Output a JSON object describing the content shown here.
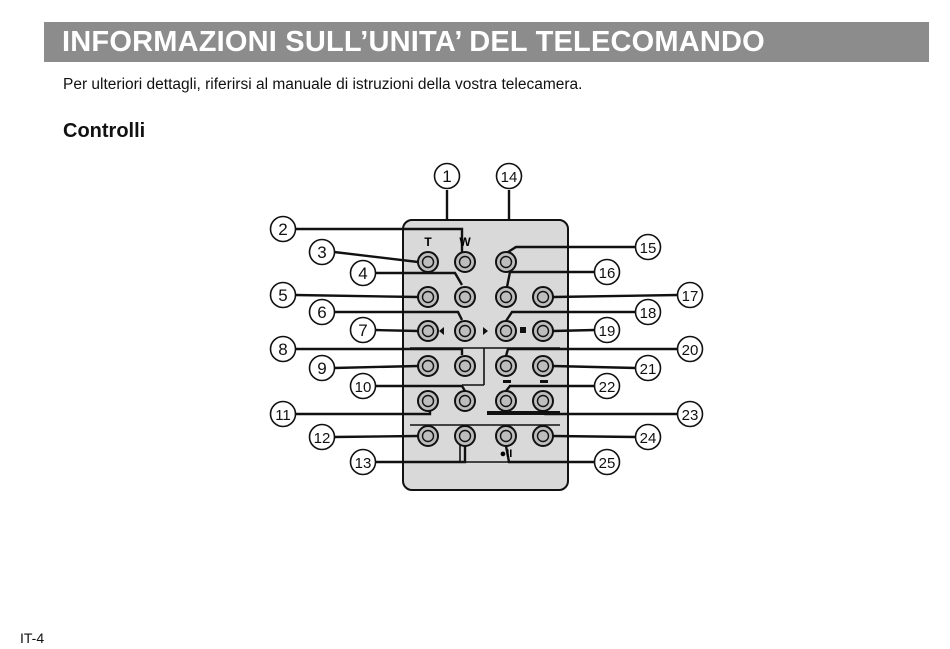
{
  "header": {
    "title": "INFORMAZIONI SULL’UNITA’ DEL TELECOMANDO"
  },
  "intro": "Per ulteriori dettagli, riferirsi al manuale di istruzioni della vostra telecamera.",
  "section_title": "Controlli",
  "figure": {
    "callouts": [
      "1",
      "2",
      "3",
      "4",
      "5",
      "6",
      "7",
      "8",
      "9",
      "10",
      "11",
      "12",
      "13",
      "14",
      "15",
      "16",
      "17",
      "18",
      "19",
      "20",
      "21",
      "22",
      "23",
      "24",
      "25"
    ],
    "key_labels": {
      "zoom_tele": "T",
      "zoom_wide": "W",
      "record_pause": "●II"
    }
  },
  "footer": {
    "page_number": "IT-4"
  },
  "colors": {
    "title_bar": "#8c8c8c",
    "remote_body": "#d9d9d9",
    "line": "#111111"
  }
}
